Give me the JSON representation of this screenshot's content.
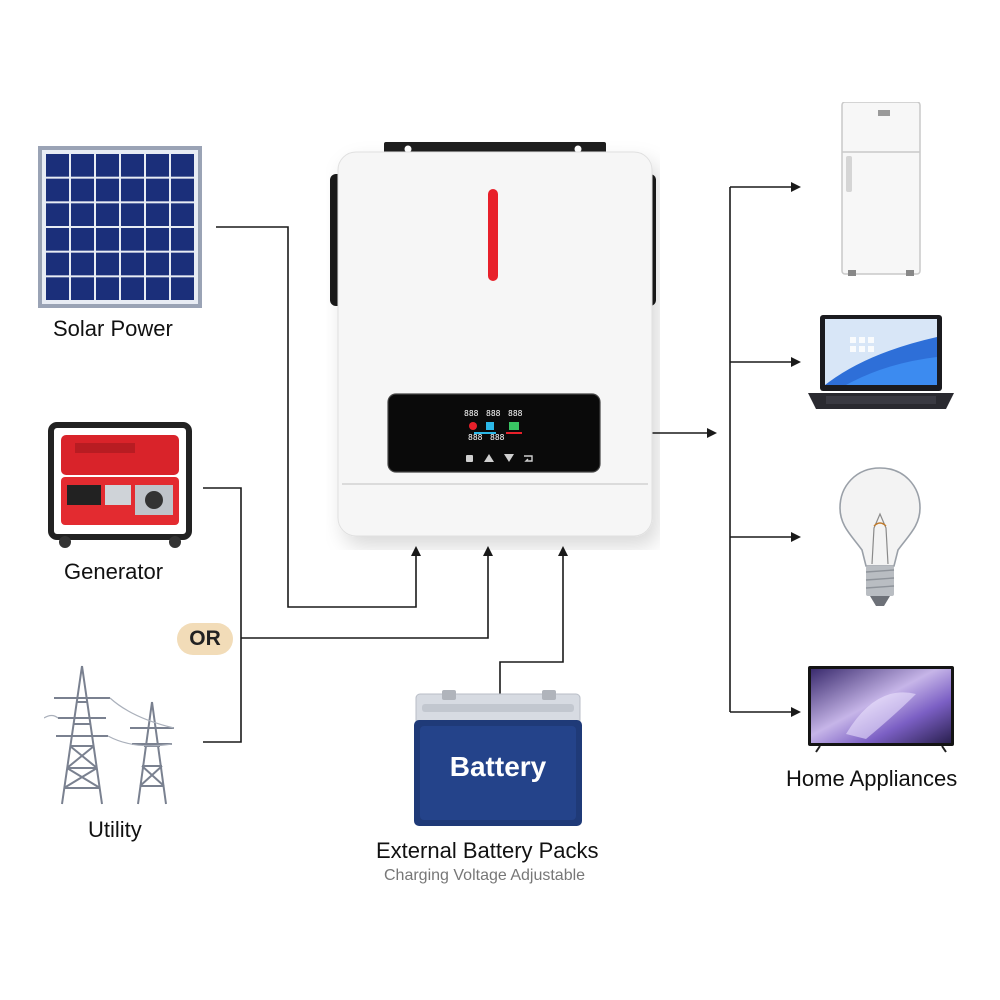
{
  "sources": {
    "solar_label": "Solar Power",
    "generator_label": "Generator",
    "or_label": "OR",
    "utility_label": "Utility"
  },
  "battery": {
    "case_text": "Battery",
    "title": "External Battery Packs",
    "subtitle": "Charging Voltage Adjustable"
  },
  "outputs": {
    "label": "Home Appliances",
    "items": [
      "refrigerator",
      "laptop",
      "light-bulb",
      "television"
    ]
  },
  "inverter": {
    "display_readouts": [
      "888",
      "888",
      "888",
      "888",
      "888"
    ]
  },
  "colors": {
    "wire": "#1a1a1a",
    "inverter_body": "#f4f4f4",
    "indicator": "#e8202a",
    "battery_body": "#1f3a78",
    "badge": "#f2dcb8",
    "solar_cell": "#1b2f7a"
  }
}
